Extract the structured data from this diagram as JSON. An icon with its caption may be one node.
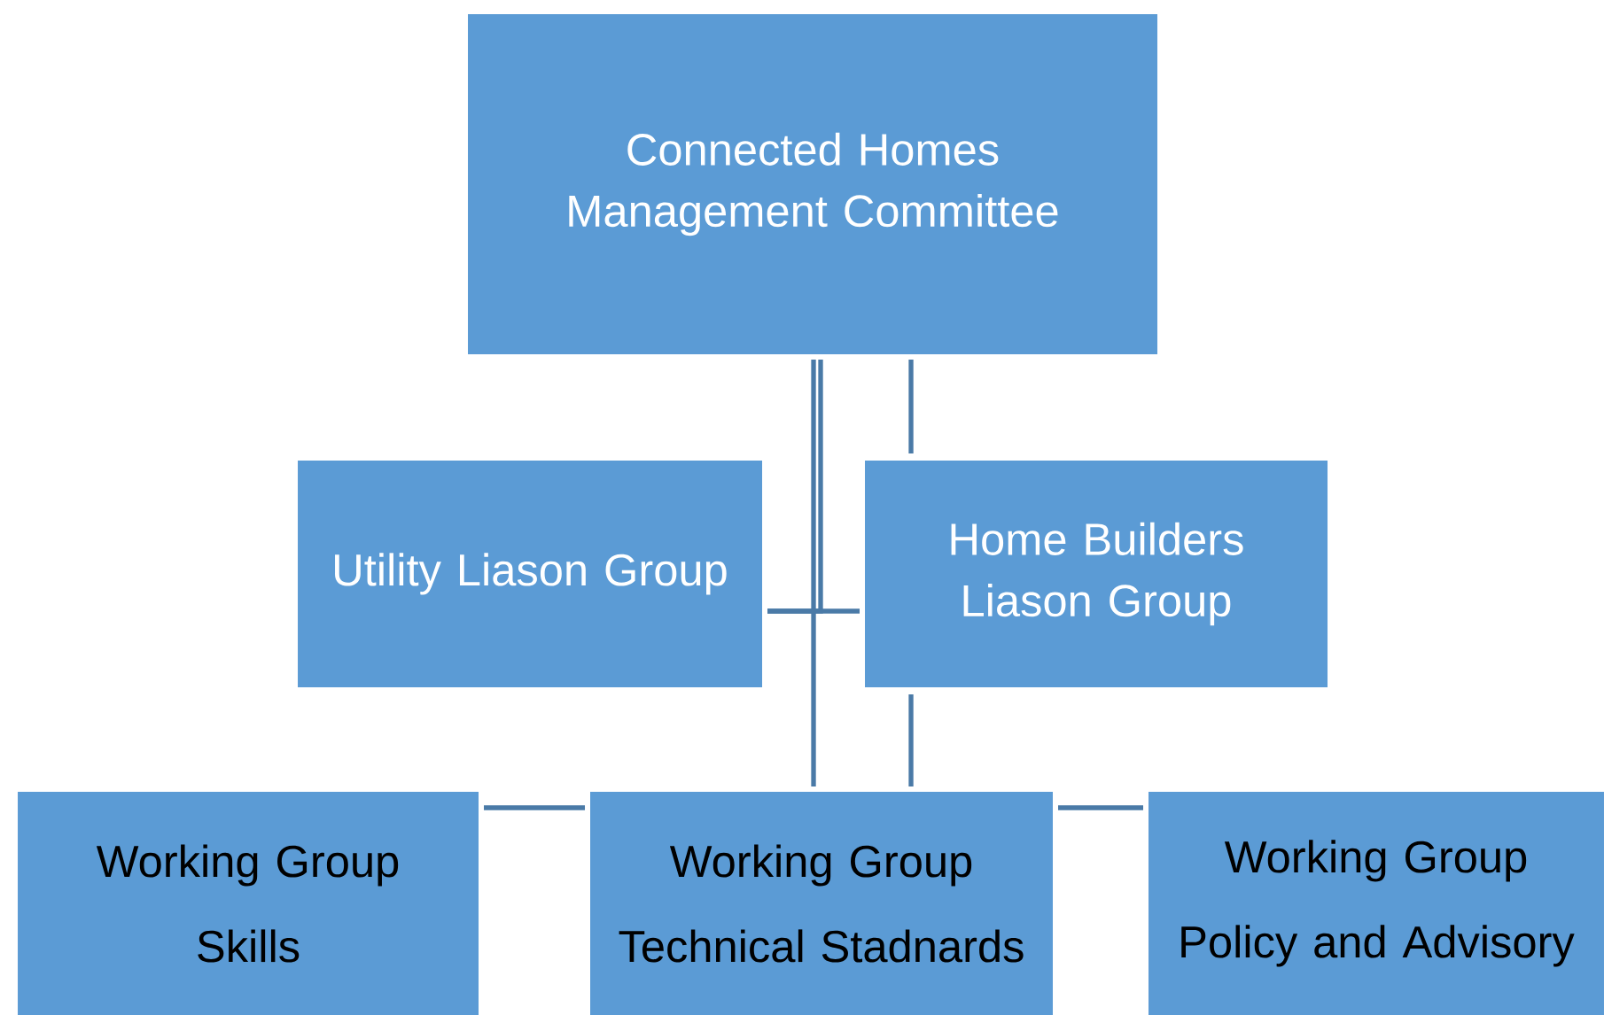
{
  "diagram": {
    "nodes": [
      {
        "text": [
          "Connected Homes Management Committee"
        ]
      },
      {
        "text": [
          "Utility Liason Group"
        ]
      },
      {
        "text": [
          "Home Builders Liason Group"
        ]
      },
      {
        "text": [
          "Working Group",
          "Skills"
        ]
      },
      {
        "text": [
          "Working Group",
          "Technical Stadnards"
        ]
      },
      {
        "text": [
          "Working Group",
          "Policy and Advisory"
        ]
      }
    ],
    "edges": [
      {
        "from": 0,
        "to": 1,
        "arrow": "none"
      },
      {
        "from": 0,
        "to": 4,
        "arrow": "none"
      },
      {
        "from": 0,
        "to": 2,
        "arrow": "none"
      },
      {
        "from": 1,
        "to": 2,
        "arrow": "none"
      },
      {
        "from": 2,
        "to": 4,
        "arrow": "none"
      },
      {
        "from": 3,
        "to": 4,
        "arrow": "none"
      },
      {
        "from": 4,
        "to": 5,
        "arrow": "none"
      }
    ]
  }
}
